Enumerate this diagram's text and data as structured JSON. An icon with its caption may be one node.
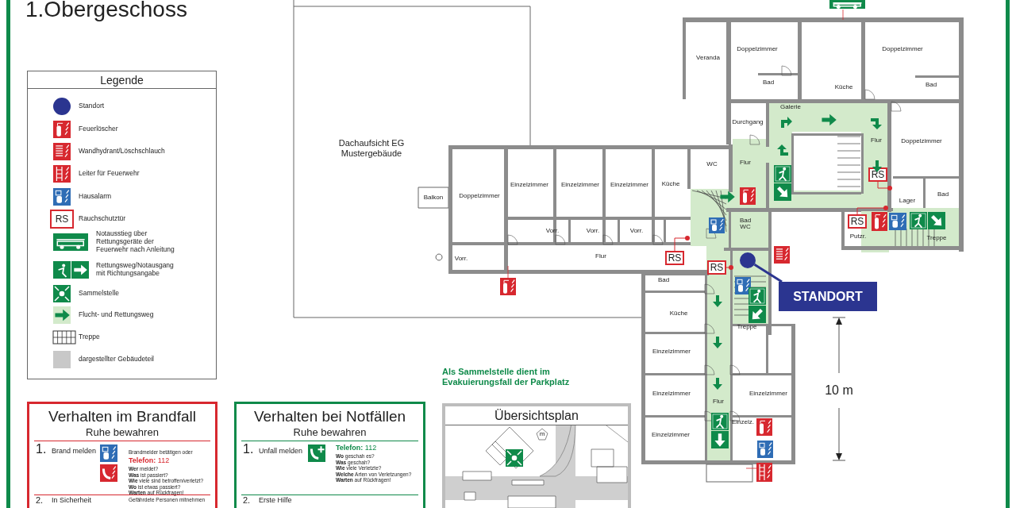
{
  "diagram": {
    "title": "1.Obergeschoss",
    "nodes": [
      {
        "text": [
          "Legende"
        ]
      },
      {
        "text": [
          "Verhalten im Brandfall",
          "Ruhe bewahren",
          "1.",
          "Brand melden",
          "Brandmelder betätigen oder",
          "**Telefon:** 112",
          "**Wer** meldet?",
          "**Was** ist passiert?",
          "**Wie** viele sind betroffen/verletzt?",
          "**Wo** ist etwas passiert?",
          "**Warten** auf Rückfragen!",
          "2.",
          "In Sicherheit",
          "Gefährdete Personen mitnehmen"
        ]
      },
      {
        "text": [
          "Verhalten bei Notfällen",
          "Ruhe bewahren",
          "1.",
          "Unfall melden",
          "**Telefon:** 112",
          "**Wo** geschah es?",
          "**Was** geschah?",
          "**Wie** viele Verletzte?",
          "**Welche** Arten von Verletzungen?",
          "**Warten** auf Rückfragen!",
          "2.",
          "Erste Hilfe"
        ]
      },
      {
        "text": [
          "Übersichtsplan"
        ]
      },
      {
        "text": [
          "STANDORT"
        ]
      },
      {
        "text": [],
        "shape": "circle"
      },
      {
        "text": [
          "RS"
        ]
      },
      {
        "text": [
          "RS"
        ]
      },
      {
        "text": [
          "RS"
        ]
      },
      {
        "text": [
          "RS"
        ]
      }
    ],
    "edges": [
      {
        "from": 4,
        "to": 5,
        "arrow": "none",
        "style": "thick",
        "color": "#2b3590"
      },
      {
        "from": 6,
        "to": null,
        "arrow": "other"
      },
      {
        "from": 7,
        "to": null,
        "arrow": "other"
      },
      {
        "from": 8,
        "to": null,
        "arrow": "other"
      },
      {
        "from": 9,
        "to": null,
        "arrow": "other"
      }
    ],
    "labels": [
      "Veranda",
      "Doppelzimmer",
      "Doppelzimmer",
      "Bad",
      "Bad",
      "Küche",
      "Galerie",
      "Durchgang",
      "Flur",
      "Doppelzimmer",
      "Dachaufsicht EG Mustergebäude",
      "Flur",
      "WC",
      "Einzelzimmer",
      "Einzelzimmer",
      "Einzelzimmer",
      "Küche",
      "Doppelzimmer",
      "Bad",
      "Balkon",
      "Lager",
      "Bad WC",
      "Vorr.",
      "Vorr.",
      "Vorr.",
      "Putzr.",
      "Treppe",
      "Flur",
      "Vorr.",
      "Bad",
      "Küche",
      "Treppe",
      "Einzelzimmer",
      "10 m",
      "Einzelzimmer",
      "Einzelzimmer",
      "Flur",
      "Einzelz.",
      "Einzelzimmer",
      "Als Sammelstelle dient im Evakuierungsfall der Parkplatz",
      "m",
      "RS"
    ],
    "legend": [
      {
        "text": "Standort",
        "color": "#2b3590"
      },
      {
        "text": "Feuerlöscher"
      },
      {
        "text": "Wandhydrant/Löschschlauch"
      },
      {
        "text": "Leiter für Feuerwehr"
      },
      {
        "text": "Hausalarm"
      },
      {
        "text": "Rauchschutztür"
      },
      {
        "text": "Notausstieg über Rettungsgeräte der Feuerwehr nach Anleitung"
      },
      {
        "text": "Rettungsweg/Notausgang mit Richtungsangabe"
      },
      {
        "text": "Sammelstelle"
      },
      {
        "text": "Flucht- und Rettungsweg"
      },
      {
        "text": "Treppe"
      },
      {
        "text": "dargestellter Gebäudeteil",
        "color": "#c8c8c8"
      }
    ]
  }
}
